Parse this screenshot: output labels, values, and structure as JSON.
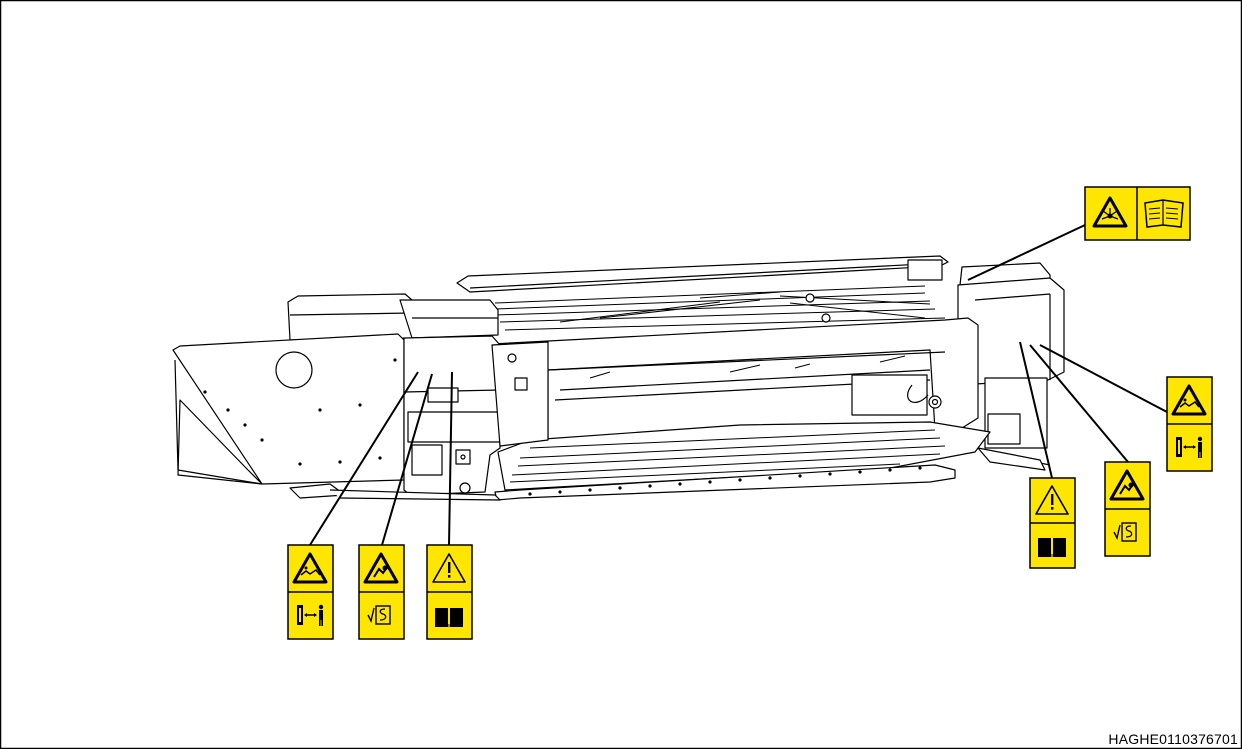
{
  "figure": {
    "code": "HAGHE0110376701"
  },
  "colors": {
    "decal_yellow": "#FFE600",
    "line": "#000000",
    "background": "#FFFFFF"
  },
  "decals": [
    {
      "name": "decal-hot-surface-read-manual",
      "top_icon": "explosion-warning-icon",
      "bottom_icon": "read-manual-icon",
      "layout": "horizontal"
    },
    {
      "name": "decal-crush-keep-distance-right",
      "top_icon": "crush-hazard-icon",
      "bottom_icon": "keep-distance-icon",
      "layout": "vertical"
    },
    {
      "name": "decal-pinch-support-right",
      "top_icon": "hand-pinch-icon",
      "bottom_icon": "support-lock-icon",
      "layout": "vertical"
    },
    {
      "name": "decal-warning-manual-right",
      "top_icon": "general-warning-icon",
      "bottom_icon": "book-icon",
      "layout": "vertical"
    },
    {
      "name": "decal-crush-keep-distance-left",
      "top_icon": "crush-hazard-icon",
      "bottom_icon": "keep-distance-icon",
      "layout": "vertical"
    },
    {
      "name": "decal-pinch-support-left",
      "top_icon": "hand-pinch-icon",
      "bottom_icon": "support-lock-icon",
      "layout": "vertical"
    },
    {
      "name": "decal-warning-manual-left",
      "top_icon": "general-warning-icon",
      "bottom_icon": "book-icon",
      "layout": "vertical"
    }
  ]
}
